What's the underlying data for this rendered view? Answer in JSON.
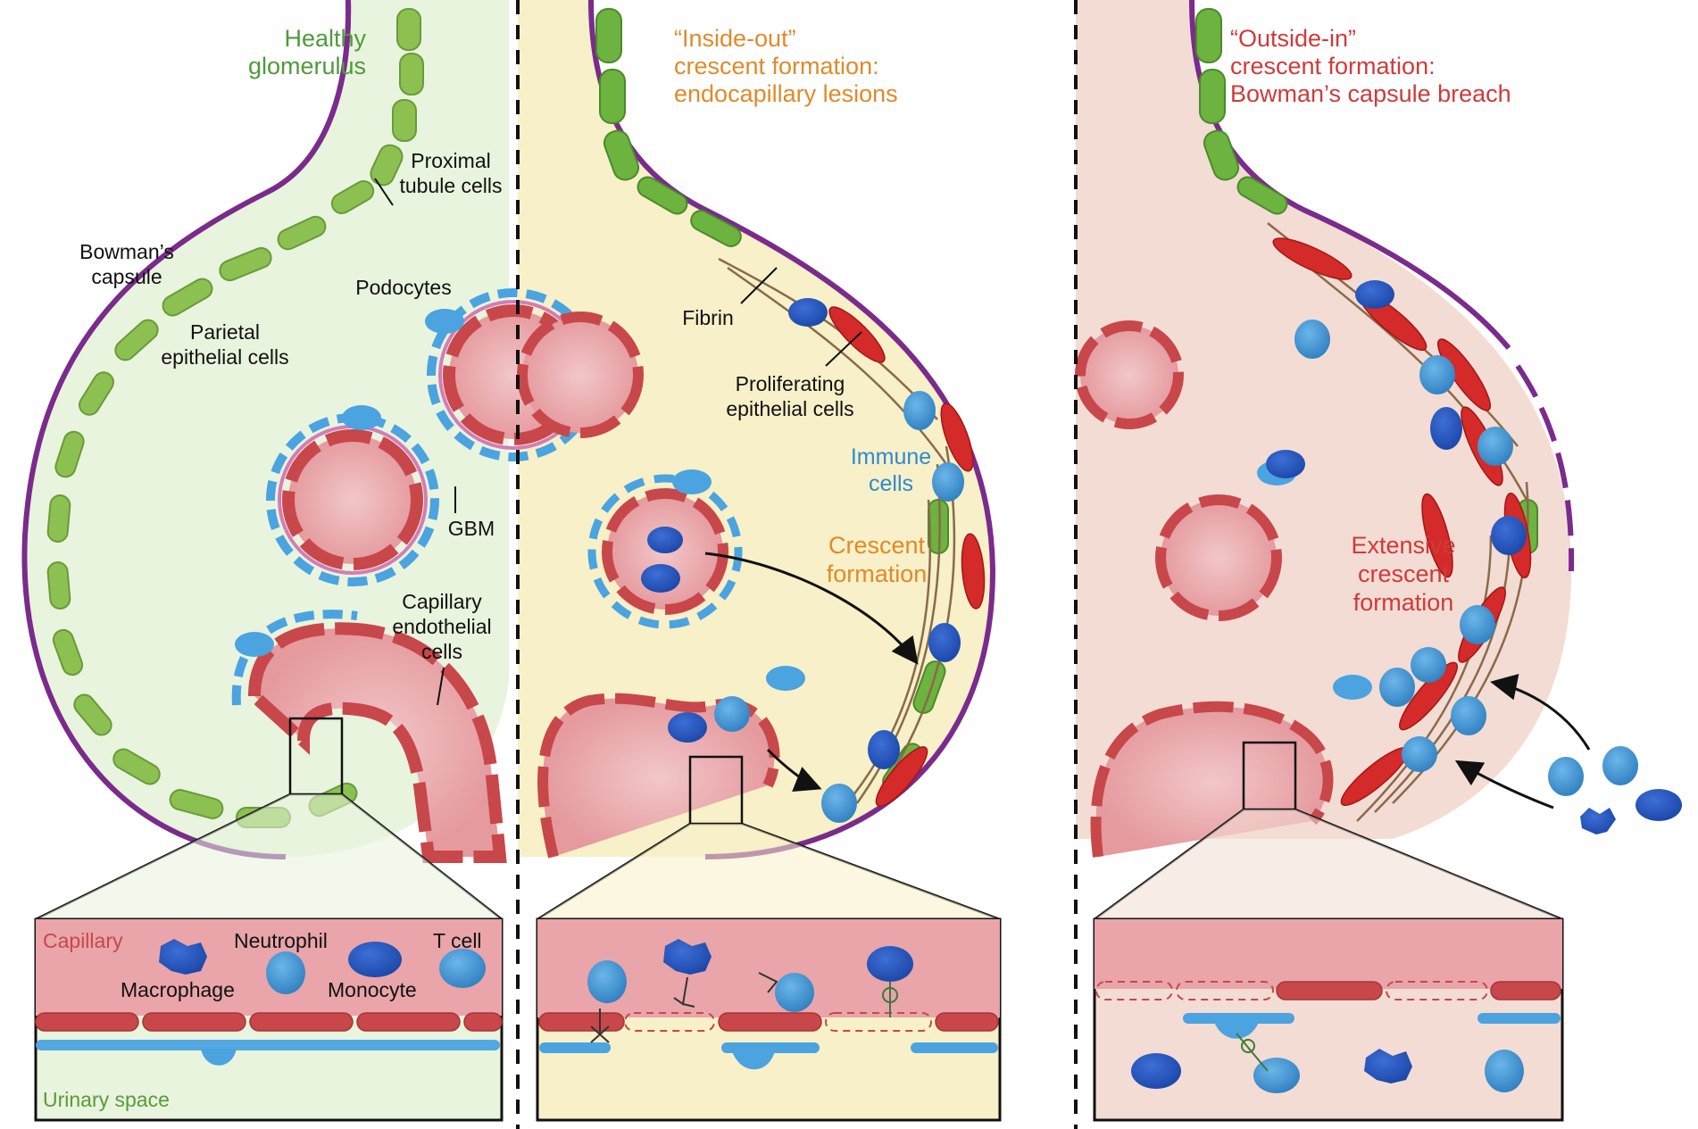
{
  "panels": {
    "healthy": {
      "title_lines": [
        "Healthy",
        "glomerulus"
      ],
      "title_color": "#4f9a3a",
      "bg": "#e8f4dd"
    },
    "inside_out": {
      "title_lines": [
        "“Inside-out”",
        "crescent formation:",
        "endocapillary lesions"
      ],
      "title_color": "#e08a2a",
      "bg": "#f7f0c8"
    },
    "outside_in": {
      "title_lines": [
        "“Outside-in”",
        "crescent formation:",
        "Bowman’s capsule breach"
      ],
      "title_color": "#d03a3a",
      "bg": "#f3dcd4"
    }
  },
  "labels": {
    "proximal_tubule": [
      "Proximal",
      "tubule cells"
    ],
    "bowmans_capsule": [
      "Bowman’s",
      "capsule"
    ],
    "podocytes": "Podocytes",
    "parietal": [
      "Parietal",
      "epithelial cells"
    ],
    "gbm": "GBM",
    "capillary_endothelial": [
      "Capillary",
      "endothelial",
      "cells"
    ],
    "fibrin": "Fibrin",
    "proliferating": [
      "Proliferating",
      "epithelial cells"
    ],
    "immune": [
      "Immune",
      "cells"
    ],
    "crescent": [
      "Crescent",
      "formation"
    ],
    "extensive": [
      "Extensive",
      "crescent",
      "formation"
    ]
  },
  "legend": {
    "capillary": "Capillary",
    "neutrophil": "Neutrophil",
    "t_cell": "T cell",
    "macrophage": "Macrophage",
    "monocyte": "Monocyte",
    "urinary_space": "Urinary space"
  },
  "colors": {
    "capsule_purple": "#7a2b8c",
    "parietal_green": "#8cc152",
    "tubule_green": "#6db33f",
    "capillary_red": "#c8474b",
    "capillary_fill": "#e9a5a9",
    "podocyte_blue": "#4ba3e0",
    "immune_blue": "#2f7fc0",
    "gbm_pink": "#d57bb8",
    "epithelial_red": "#d42a2a",
    "fibrin_brown": "#8a6a48",
    "label_black": "#111111",
    "label_blue": "#2e8ad0",
    "label_orange": "#e08a2a",
    "label_red": "#d03a3a",
    "legend_red": "#c8474b",
    "legend_green": "#5b9a3a"
  },
  "icons": [
    "macrophage-icon",
    "neutrophil-icon",
    "monocyte-icon",
    "t-cell-icon"
  ]
}
